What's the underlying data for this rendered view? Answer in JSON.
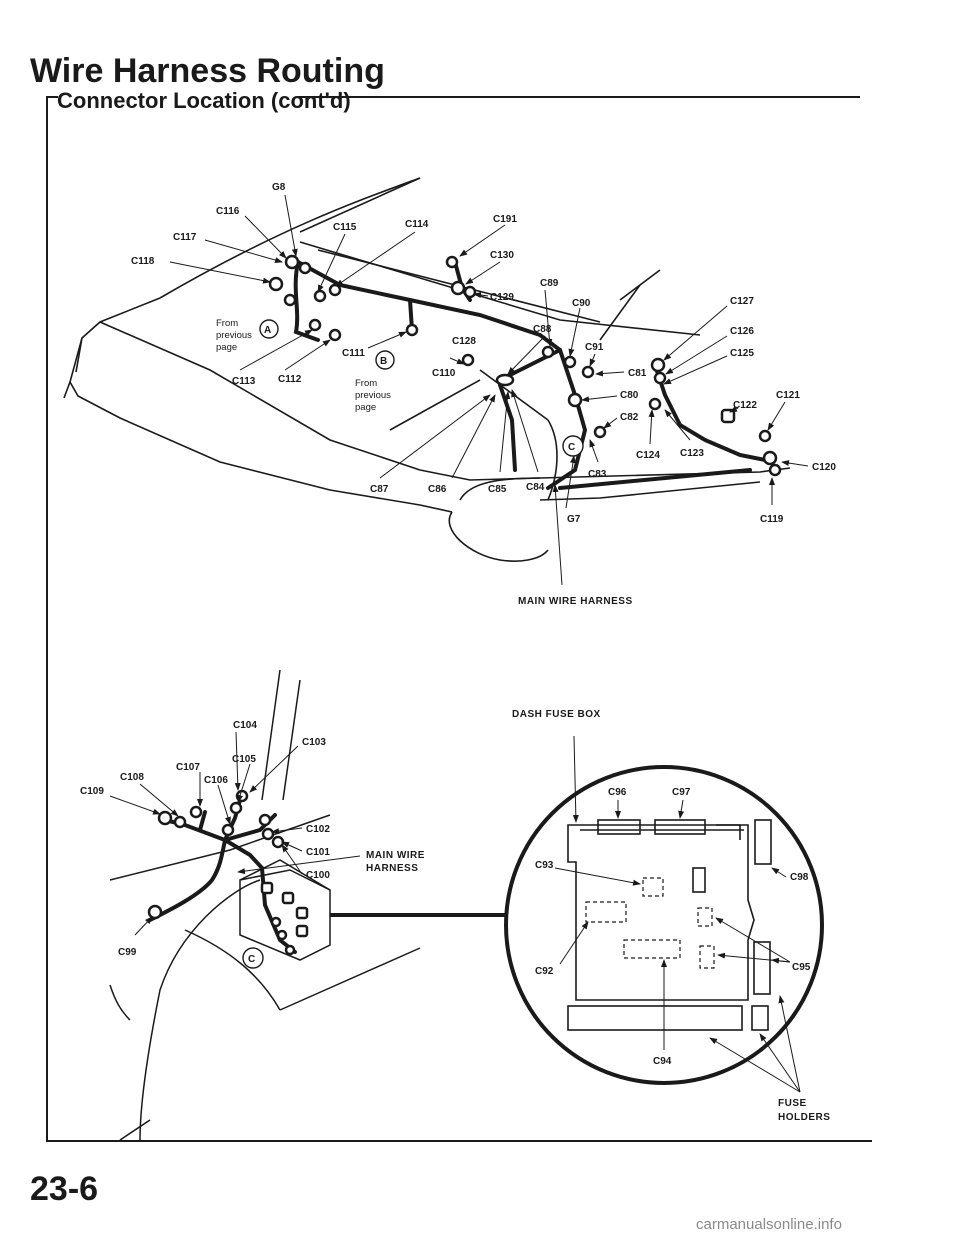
{
  "header": {
    "title": "Wire Harness Routing",
    "subtitle": "Connector Location (cont'd)"
  },
  "footer": {
    "page_number": "23-6",
    "watermark": "carmanualsonline.info"
  },
  "upper_view": {
    "connectors": [
      "G8",
      "C116",
      "C117",
      "C118",
      "C115",
      "C114",
      "C191",
      "C130",
      "C129",
      "C89",
      "C90",
      "C127",
      "C126",
      "C125",
      "C88",
      "C91",
      "C81",
      "C80",
      "C82",
      "C122",
      "C121",
      "C128",
      "C111",
      "C110",
      "C113",
      "C112",
      "C124",
      "C123",
      "C120",
      "C83",
      "C87",
      "C86",
      "C85",
      "C84",
      "G7",
      "C119"
    ],
    "ref_markers": [
      "A",
      "B",
      "C"
    ],
    "notes": {
      "from_prev_1": [
        "From",
        "previous",
        "page"
      ],
      "from_prev_2": [
        "From",
        "previous",
        "page"
      ]
    },
    "callout": "MAIN WIRE HARNESS"
  },
  "lower_left_view": {
    "connectors": [
      "C104",
      "C103",
      "C105",
      "C107",
      "C108",
      "C106",
      "C109",
      "C102",
      "C101",
      "C100",
      "C99"
    ],
    "ref_marker": "C",
    "callout": [
      "MAIN WIRE",
      "HARNESS"
    ]
  },
  "fuse_box_view": {
    "title": "DASH FUSE BOX",
    "connectors": [
      "C96",
      "C97",
      "C93",
      "C98",
      "C92",
      "C95",
      "C94"
    ],
    "fuse_holders_label": [
      "FUSE",
      "HOLDERS"
    ]
  }
}
